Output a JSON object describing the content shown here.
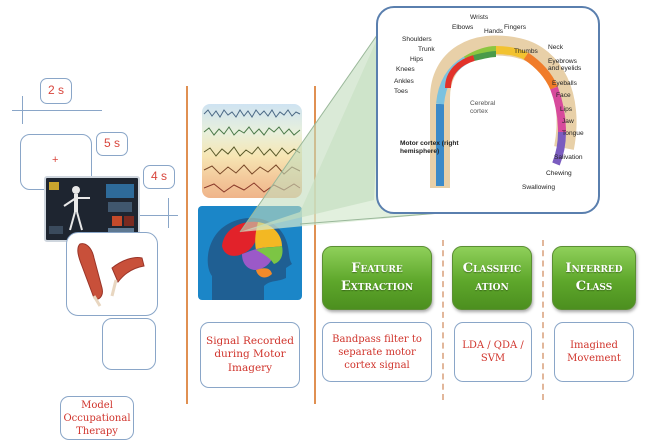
{
  "timers": {
    "t1": "2 s",
    "t2": "5 s",
    "t3": "4 s"
  },
  "boxes": {
    "therapy": "Model Occupational Therapy",
    "signal": "Signal Recorded during Motor Imagery",
    "feature": "Bandpass filter to separate motor cortex signal",
    "classify": "LDA / QDA / SVM",
    "inferred": "Imagined Movement"
  },
  "steps": {
    "feature": "Feature Extraction",
    "classify": "Classific ation",
    "inferred": "Inferred Class"
  },
  "homunculus": {
    "left_labels": [
      "Shoulders",
      "Trunk",
      "Hips",
      "Knees",
      "Ankles",
      "Toes"
    ],
    "top_labels": [
      "Elbows",
      "Wrists",
      "Hands",
      "Fingers",
      "Thumbs"
    ],
    "right_labels": [
      "Neck",
      "Eyebrows and eyelids",
      "Eyeballs",
      "Face",
      "Lips",
      "Jaw",
      "Tongue",
      "Salivation",
      "Chewing",
      "Swallowing"
    ],
    "cortex_label": "Cerebral cortex",
    "motor_label": "Motor cortex (right hemisphere)"
  },
  "colors": {
    "accent_line": "#e09052",
    "button_green": "#5ea72b",
    "text_red": "#d0342c",
    "box_border": "#8aa6c8"
  }
}
